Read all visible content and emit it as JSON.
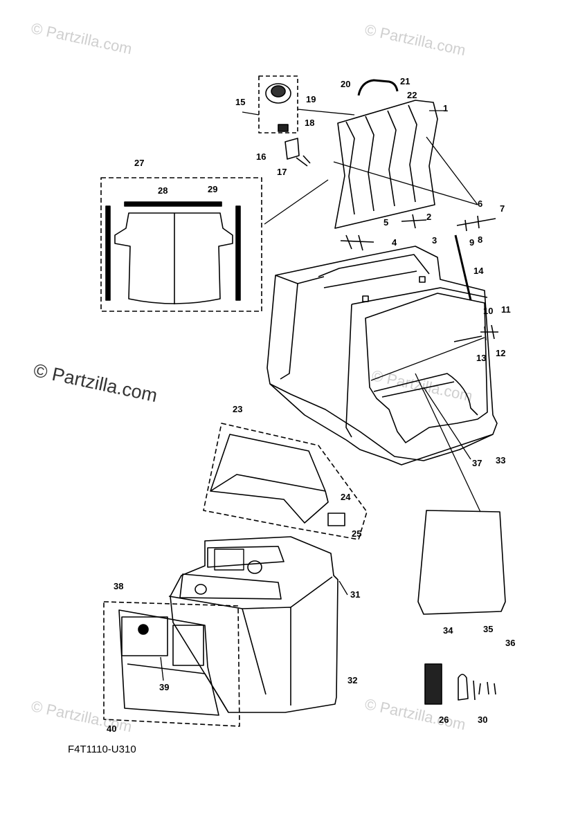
{
  "diagram_code": "F4T1110-U310",
  "watermark": "© Partzilla.com",
  "callouts": [
    "1",
    "2",
    "3",
    "4",
    "5",
    "6",
    "7",
    "8",
    "9",
    "10",
    "11",
    "12",
    "13",
    "14",
    "15",
    "16",
    "17",
    "18",
    "19",
    "20",
    "21",
    "22",
    "23",
    "24",
    "25",
    "26",
    "27",
    "28",
    "29",
    "30",
    "31",
    "32",
    "33",
    "34",
    "35",
    "36",
    "37",
    "38",
    "39",
    "40"
  ]
}
